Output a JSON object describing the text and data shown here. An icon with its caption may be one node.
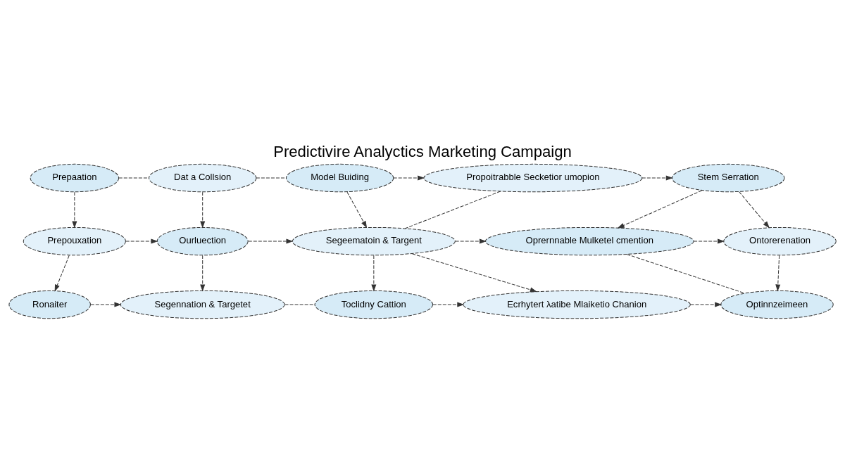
{
  "diagram": {
    "title": "Predictivire Analyctics Marketing Campaign",
    "nodes": [
      {
        "text": [
          "Prepaation"
        ]
      },
      {
        "text": [
          "Dat a Collsion"
        ]
      },
      {
        "text": [
          "Model Buiding"
        ]
      },
      {
        "text": [
          "Propoitrabble Secketior umopion"
        ]
      },
      {
        "text": [
          "Stem Serration"
        ]
      },
      {
        "text": [
          "Prepouxation"
        ]
      },
      {
        "text": [
          "Ourluection"
        ]
      },
      {
        "text": [
          "Segeematoin & Targent"
        ]
      },
      {
        "text": [
          "Oprernnable Mulketel cmention"
        ]
      },
      {
        "text": [
          "Ontorerenation"
        ]
      },
      {
        "text": [
          "Ronaiter"
        ]
      },
      {
        "text": [
          "Segennation & Targetet"
        ]
      },
      {
        "text": [
          "Toclidny Cattion"
        ]
      },
      {
        "text": [
          "Ecrhytert λatibe Mlaiketio Chanion"
        ]
      },
      {
        "text": [
          "Optinnzeimeen"
        ]
      }
    ],
    "edges": [
      {
        "from": 0,
        "to": 1,
        "arrow": "none"
      },
      {
        "from": 1,
        "to": 2,
        "arrow": "none"
      },
      {
        "from": 2,
        "to": 3,
        "arrow": "to"
      },
      {
        "from": 3,
        "to": 4,
        "arrow": "to"
      },
      {
        "from": 0,
        "to": 5,
        "arrow": "to"
      },
      {
        "from": 1,
        "to": 6,
        "arrow": "to"
      },
      {
        "from": 2,
        "to": 7,
        "arrow": "to"
      },
      {
        "from": 3,
        "to": 7,
        "arrow": "none"
      },
      {
        "from": 4,
        "to": 8,
        "arrow": "to"
      },
      {
        "from": 4,
        "to": 9,
        "arrow": "to"
      },
      {
        "from": 5,
        "to": 6,
        "arrow": "to"
      },
      {
        "from": 6,
        "to": 7,
        "arrow": "to"
      },
      {
        "from": 7,
        "to": 8,
        "arrow": "to"
      },
      {
        "from": 8,
        "to": 9,
        "arrow": "to"
      },
      {
        "from": 5,
        "to": 10,
        "arrow": "to"
      },
      {
        "from": 6,
        "to": 11,
        "arrow": "to"
      },
      {
        "from": 7,
        "to": 12,
        "arrow": "to"
      },
      {
        "from": 7,
        "to": 13,
        "arrow": "to"
      },
      {
        "from": 10,
        "to": 11,
        "arrow": "to"
      },
      {
        "from": 11,
        "to": 12,
        "arrow": "none"
      },
      {
        "from": 12,
        "to": 13,
        "arrow": "to"
      },
      {
        "from": 13,
        "to": 14,
        "arrow": "to"
      },
      {
        "from": 9,
        "to": 14,
        "arrow": "to"
      },
      {
        "from": 8,
        "to": 14,
        "arrow": "none"
      }
    ]
  }
}
